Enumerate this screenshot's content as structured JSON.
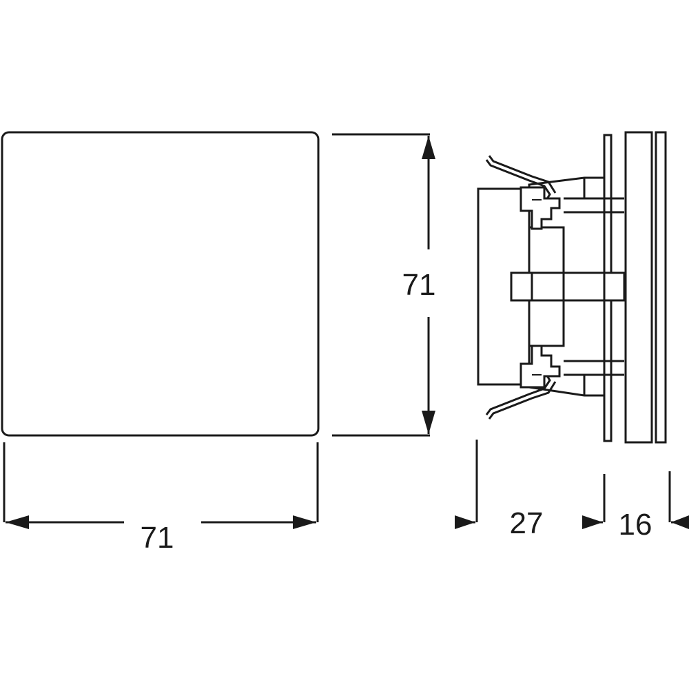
{
  "dimensions": {
    "front_width": "71",
    "front_height": "71",
    "depth_rear": "27",
    "depth_front": "16"
  },
  "colors": {
    "line": "#1a1a1a",
    "background": "#ffffff"
  }
}
